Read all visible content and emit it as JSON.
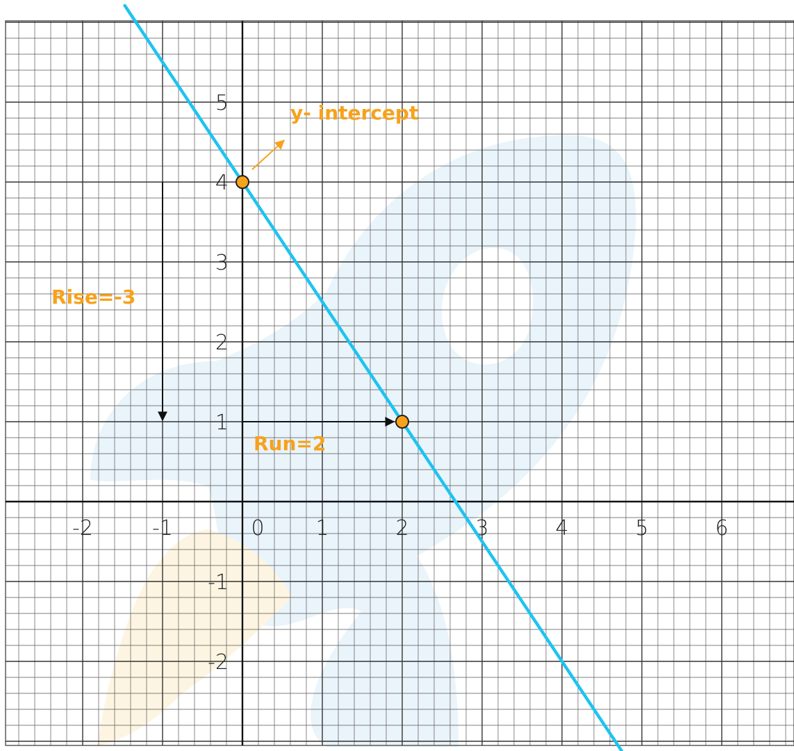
{
  "chart_data": {
    "type": "line",
    "x_tick_labels": [
      "-2",
      "-1",
      "0",
      "1",
      "2",
      "3",
      "4",
      "5",
      "6"
    ],
    "y_tick_labels": [
      "-2",
      "-1",
      "1",
      "2",
      "3",
      "4",
      "5"
    ],
    "x_ticks": [
      -2,
      -1,
      0,
      1,
      2,
      3,
      4,
      5,
      6
    ],
    "y_ticks": [
      -2,
      -1,
      1,
      2,
      3,
      4,
      5
    ],
    "xlim": [
      -3,
      7
    ],
    "ylim": [
      -3,
      6
    ],
    "grid": true,
    "minor_grid_per_unit": 5,
    "line": {
      "slope": -1.5,
      "intercept": 4,
      "color": "#1ec3f0"
    },
    "points": [
      {
        "x": 0,
        "y": 4,
        "color": "#f7a21b"
      },
      {
        "x": 2,
        "y": 1,
        "color": "#f7a21b"
      }
    ],
    "rise_arrow": {
      "x": -1,
      "y_from": 4,
      "y_to": 1
    },
    "run_arrow": {
      "y": 1,
      "x_from": 0,
      "x_to": 2
    },
    "annotations": {
      "y_intercept": "y- intercept",
      "rise": "Rise=-3",
      "run": "Run=2"
    },
    "colors": {
      "accent": "#f7a21b",
      "line": "#1ec3f0",
      "grid": "#555555",
      "watermark_blue": "#eaf4fb",
      "watermark_yellow": "#fdf5e2"
    }
  }
}
